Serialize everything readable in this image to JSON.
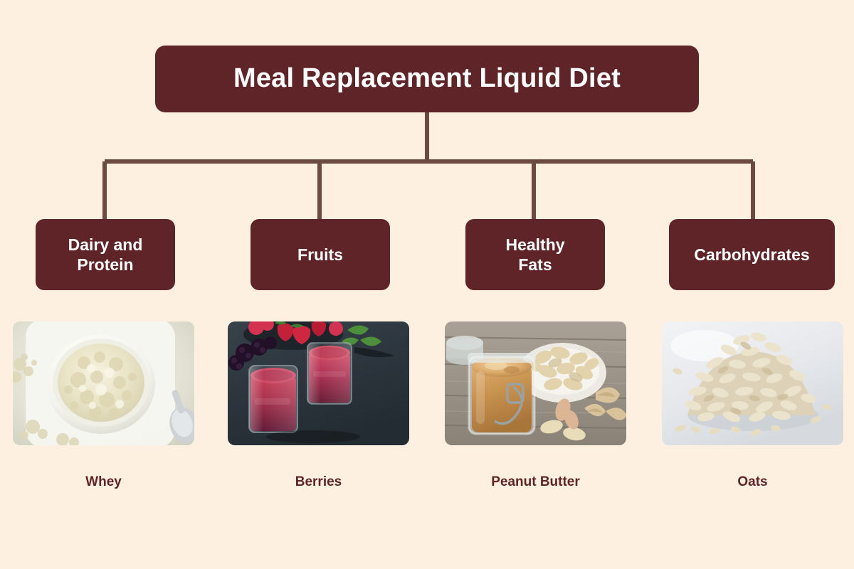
{
  "colors": {
    "background": "#fdf0e0",
    "node_fill": "#5f2428",
    "node_text": "#ffffff",
    "connector": "#6b4a42",
    "caption_text": "#5f2428"
  },
  "root": {
    "title": "Meal Replacement Liquid Diet"
  },
  "categories": [
    {
      "label": "Dairy and Protein",
      "line1": "Dairy and",
      "line2": "Protein"
    },
    {
      "label": "Fruits",
      "line1": "Fruits",
      "line2": ""
    },
    {
      "label": "Healthy Fats",
      "line1": "Healthy",
      "line2": "Fats"
    },
    {
      "label": "Carbohydrates",
      "line1": "Carbohydrates",
      "line2": ""
    }
  ],
  "items": [
    {
      "caption": "Whey",
      "image_alt": "white bowl filled with whey protein powder on a white dish with a spoon"
    },
    {
      "caption": "Berries",
      "image_alt": "two glasses of red berry smoothie on a dark slate surface with strawberries and blackberries"
    },
    {
      "caption": "Peanut Butter",
      "image_alt": "glass jar of peanut butter beside a bowl of shelled peanuts on rustic wood"
    },
    {
      "caption": "Oats",
      "image_alt": "pile of rolled oats on a white surface"
    }
  ]
}
